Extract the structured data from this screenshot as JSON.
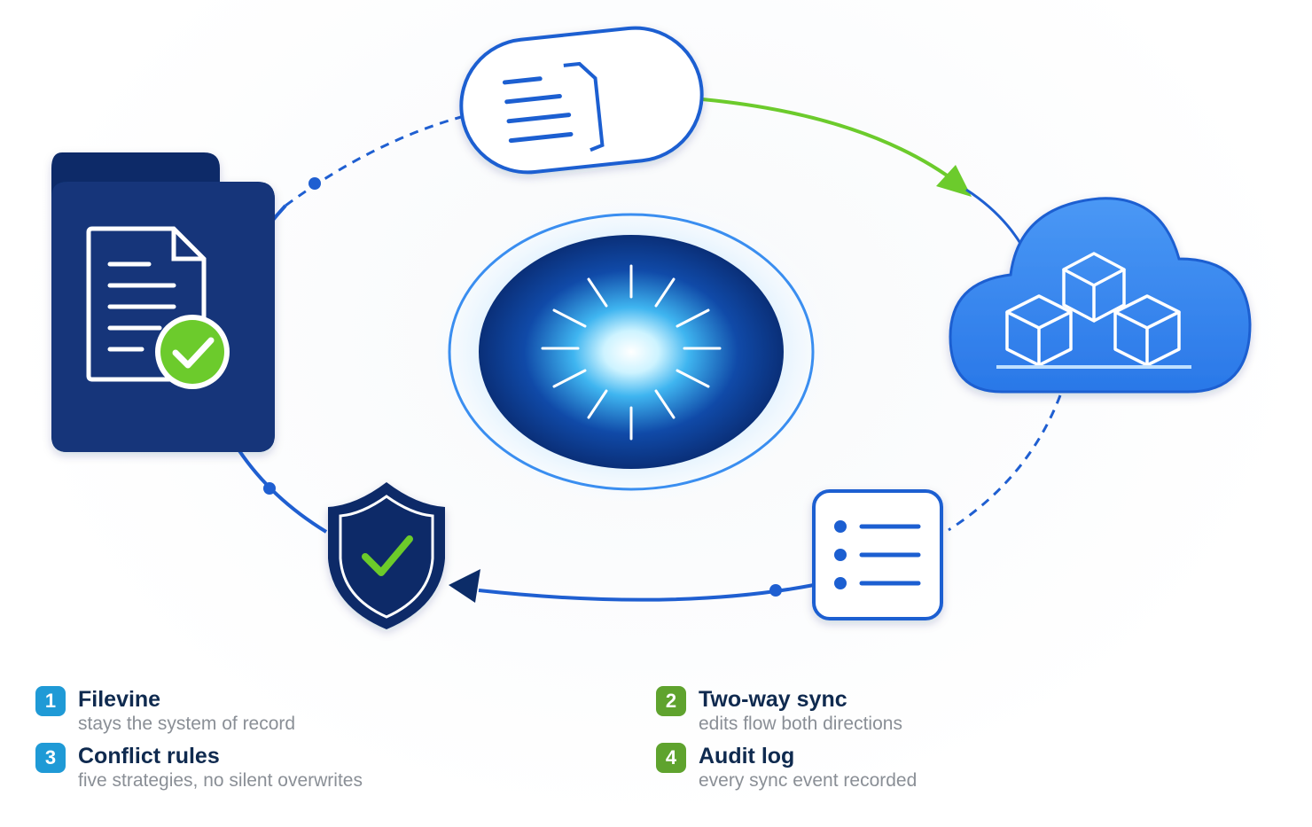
{
  "colors": {
    "navy": "#0c2c68",
    "blue": "#1f5fd1",
    "cloud_blue": "#3386f0",
    "green": "#6ccb2c",
    "badge_blue": "#1f9ad6",
    "badge_green": "#5fa32e"
  },
  "nodes": {
    "left": {
      "icon": "filevine-folder-document-icon",
      "overlay": "check-circle-icon"
    },
    "top": {
      "icon": "document-icon"
    },
    "right": {
      "icon": "cloud-cubes-icon"
    },
    "bottom_right": {
      "icon": "list-icon"
    },
    "bottom_left": {
      "icon": "shield-check-icon"
    },
    "center": {
      "icon": "glowing-hub-icon"
    }
  },
  "legend": [
    {
      "number": "1",
      "title": "Filevine",
      "subtitle": "stays the system of record",
      "color": "#1f9ad6"
    },
    {
      "number": "2",
      "title": "Two-way sync",
      "subtitle": "edits flow both directions",
      "color": "#5fa32e"
    },
    {
      "number": "3",
      "title": "Conflict rules",
      "subtitle": "five strategies, no silent overwrites",
      "color": "#1f9ad6"
    },
    {
      "number": "4",
      "title": "Audit log",
      "subtitle": "every sync event recorded",
      "color": "#5fa32e"
    }
  ]
}
